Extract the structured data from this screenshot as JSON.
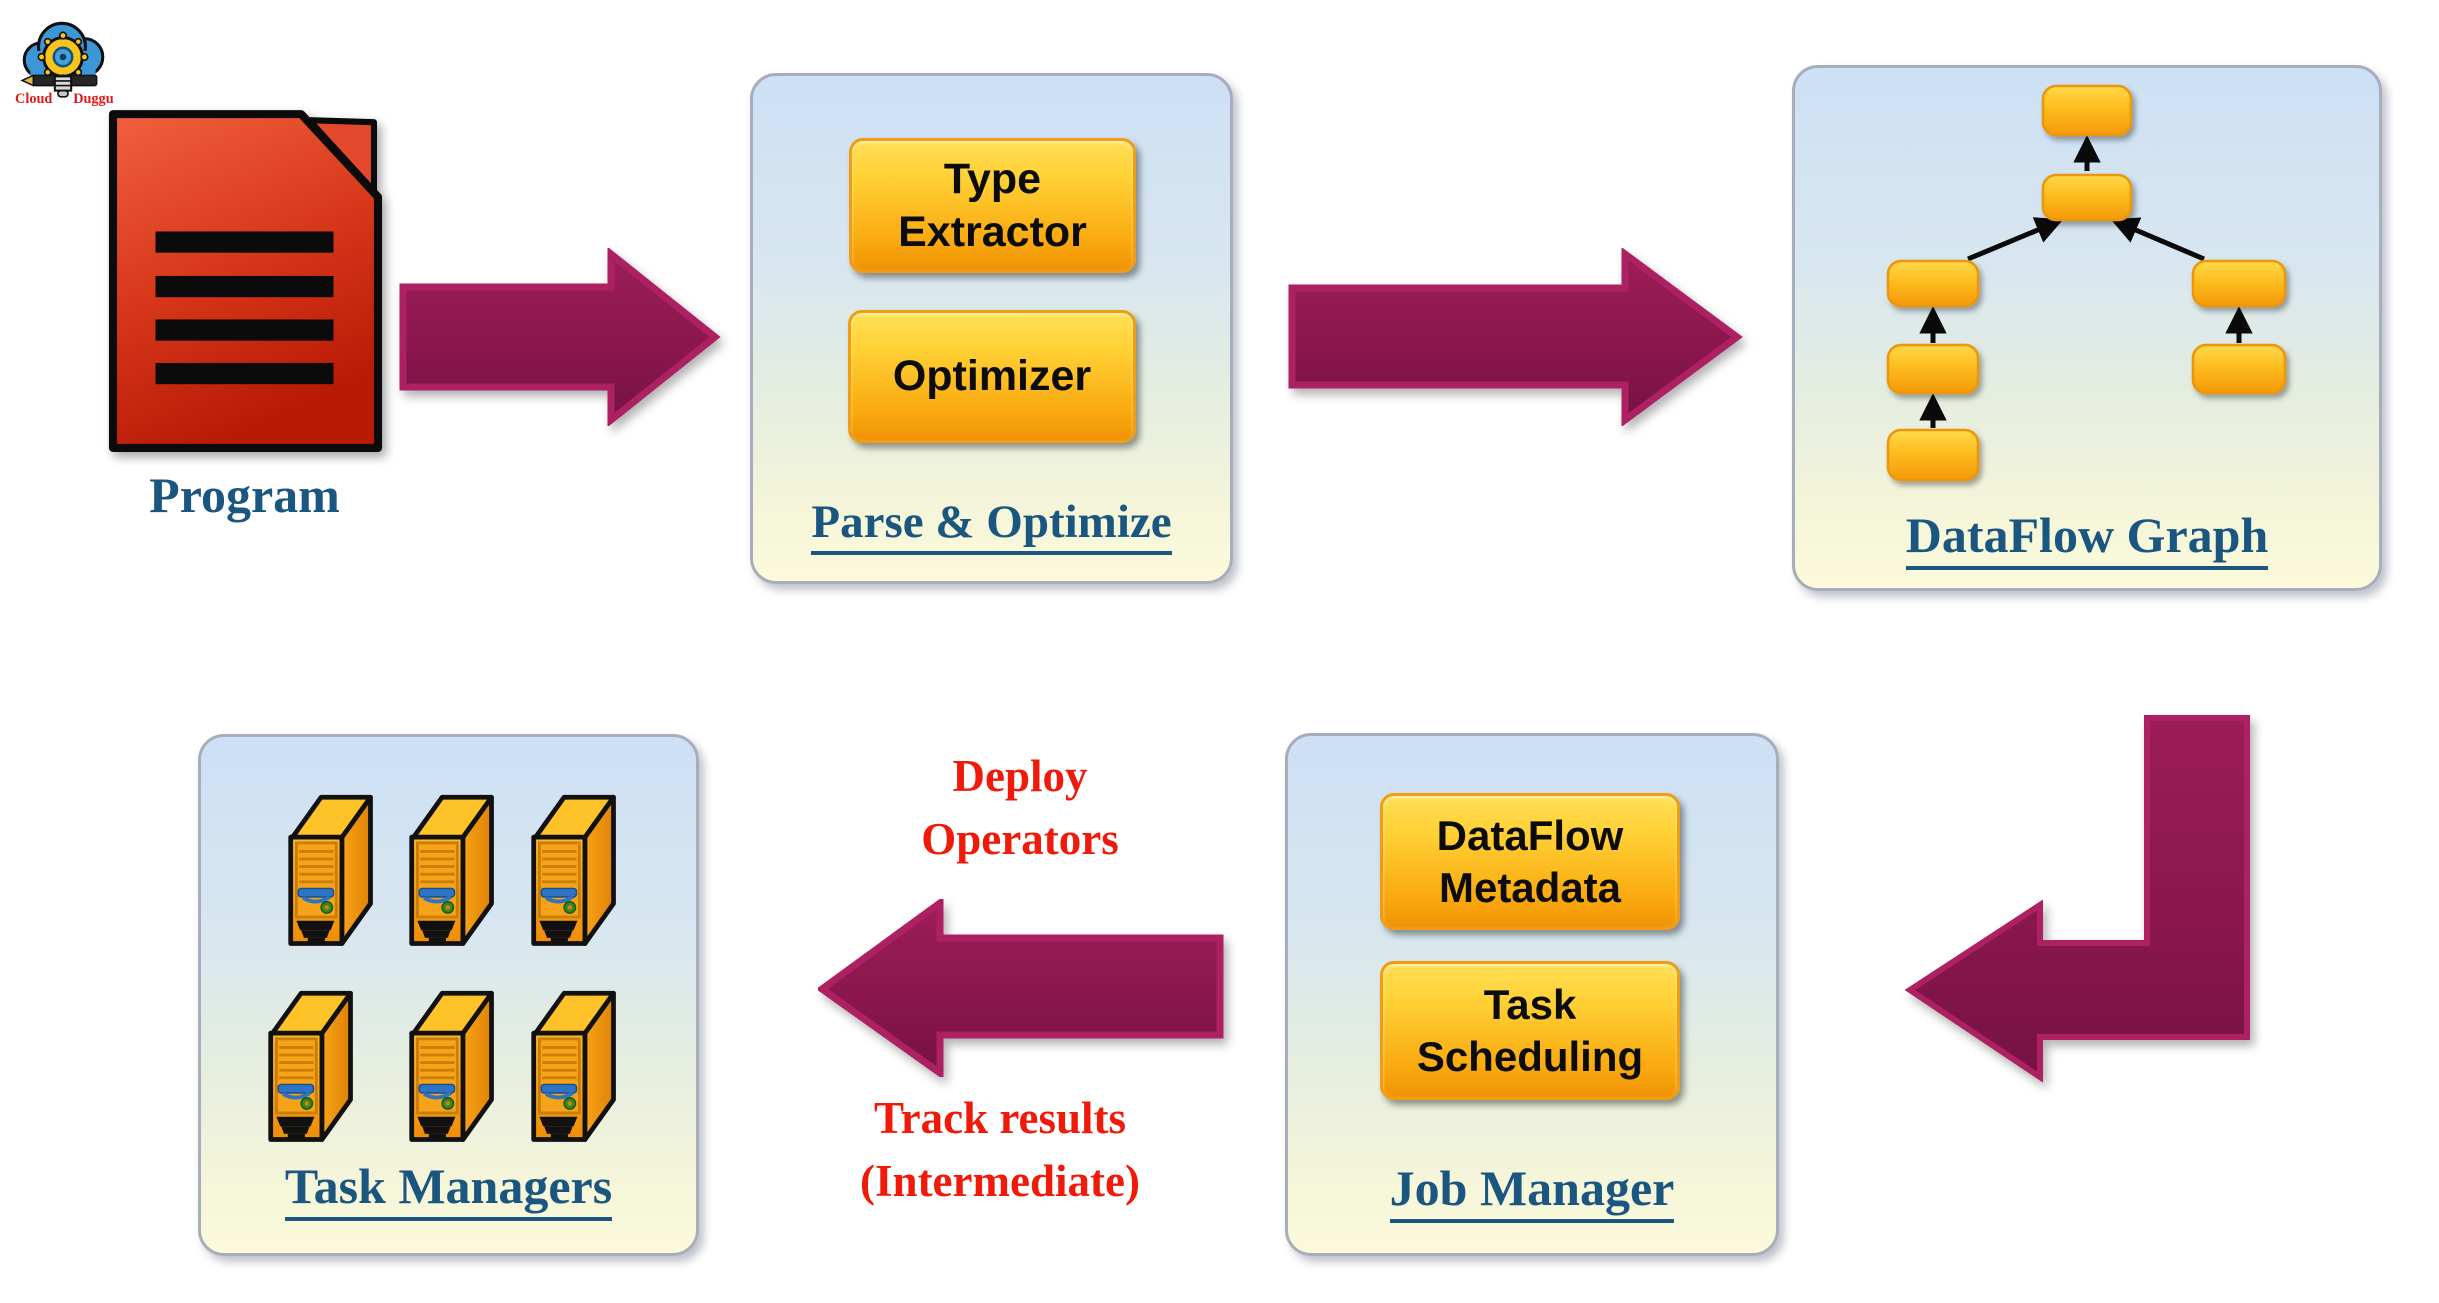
{
  "logo": {
    "brand_left": "Cloud",
    "brand_right": "Duggu"
  },
  "program": {
    "label": "Program"
  },
  "parse_box": {
    "buttons": [
      "Type Extractor",
      "Optimizer"
    ],
    "label": "Parse & Optimize"
  },
  "dataflow_box": {
    "label": "DataFlow Graph",
    "node_count": 7
  },
  "job_box": {
    "buttons": [
      "DataFlow Metadata",
      "Task Scheduling"
    ],
    "label": "Job Manager"
  },
  "task_box": {
    "label": "Task Managers",
    "server_count": 6
  },
  "annotations": {
    "deploy_line1": "Deploy",
    "deploy_line2": "Operators",
    "track_line1": "Track results",
    "track_line2": "(Intermediate)"
  },
  "colors": {
    "arrow_magenta": "#8e1850",
    "arrow_border": "#ad2062",
    "caption_blue": "#1a567f",
    "annotation_red": "#ef1a0a",
    "node_orange_top": "#ffd63c",
    "node_orange_bottom": "#f79c0b",
    "panel_top": "#cde0f5",
    "panel_bottom": "#fbfadb",
    "document_red": "#d63318"
  }
}
